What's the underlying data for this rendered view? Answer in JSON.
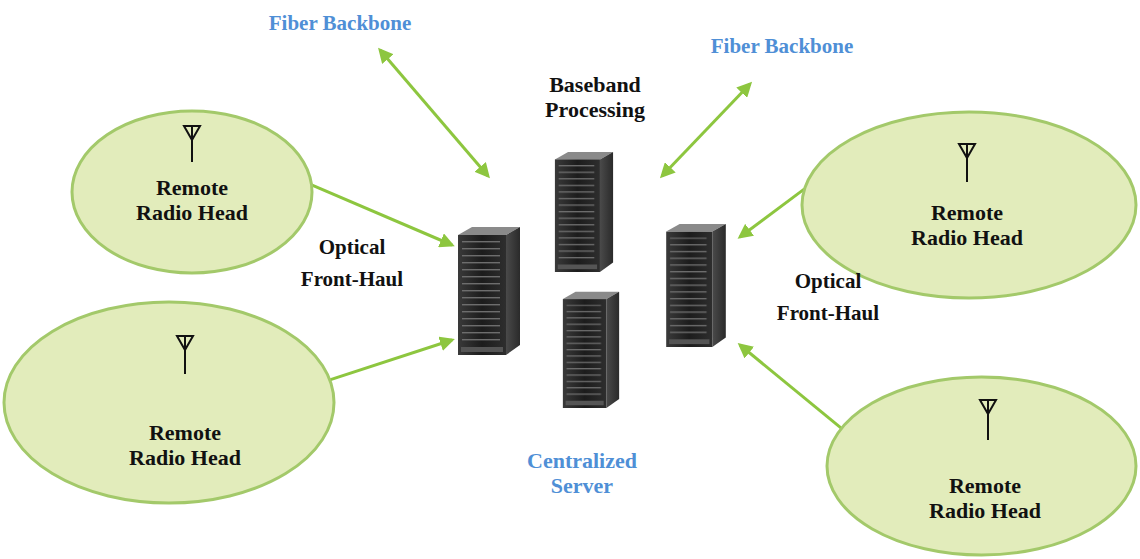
{
  "diagram": {
    "nodes": [
      {
        "text": [
          "Remote Radio Head"
        ]
      },
      {
        "text": [
          "Remote Radio Head"
        ]
      },
      {
        "text": [
          "Baseband Processing",
          "Centralized Server"
        ]
      },
      {
        "text": [
          "Remote Radio Head"
        ]
      },
      {
        "text": [
          "Remote Radio Head"
        ]
      }
    ],
    "edges": [
      {
        "from": 0,
        "to": 2,
        "arrow": "to"
      },
      {
        "from": 3,
        "to": 2,
        "arrow": "to"
      },
      {
        "from": 1,
        "to": 2,
        "arrow": "to"
      },
      {
        "from": 4,
        "to": 2,
        "arrow": "to"
      }
    ],
    "labels": [
      "Fiber Backbone",
      "Fiber Backbone",
      "Optical Front-Haul",
      "Optical Front-Haul"
    ]
  }
}
